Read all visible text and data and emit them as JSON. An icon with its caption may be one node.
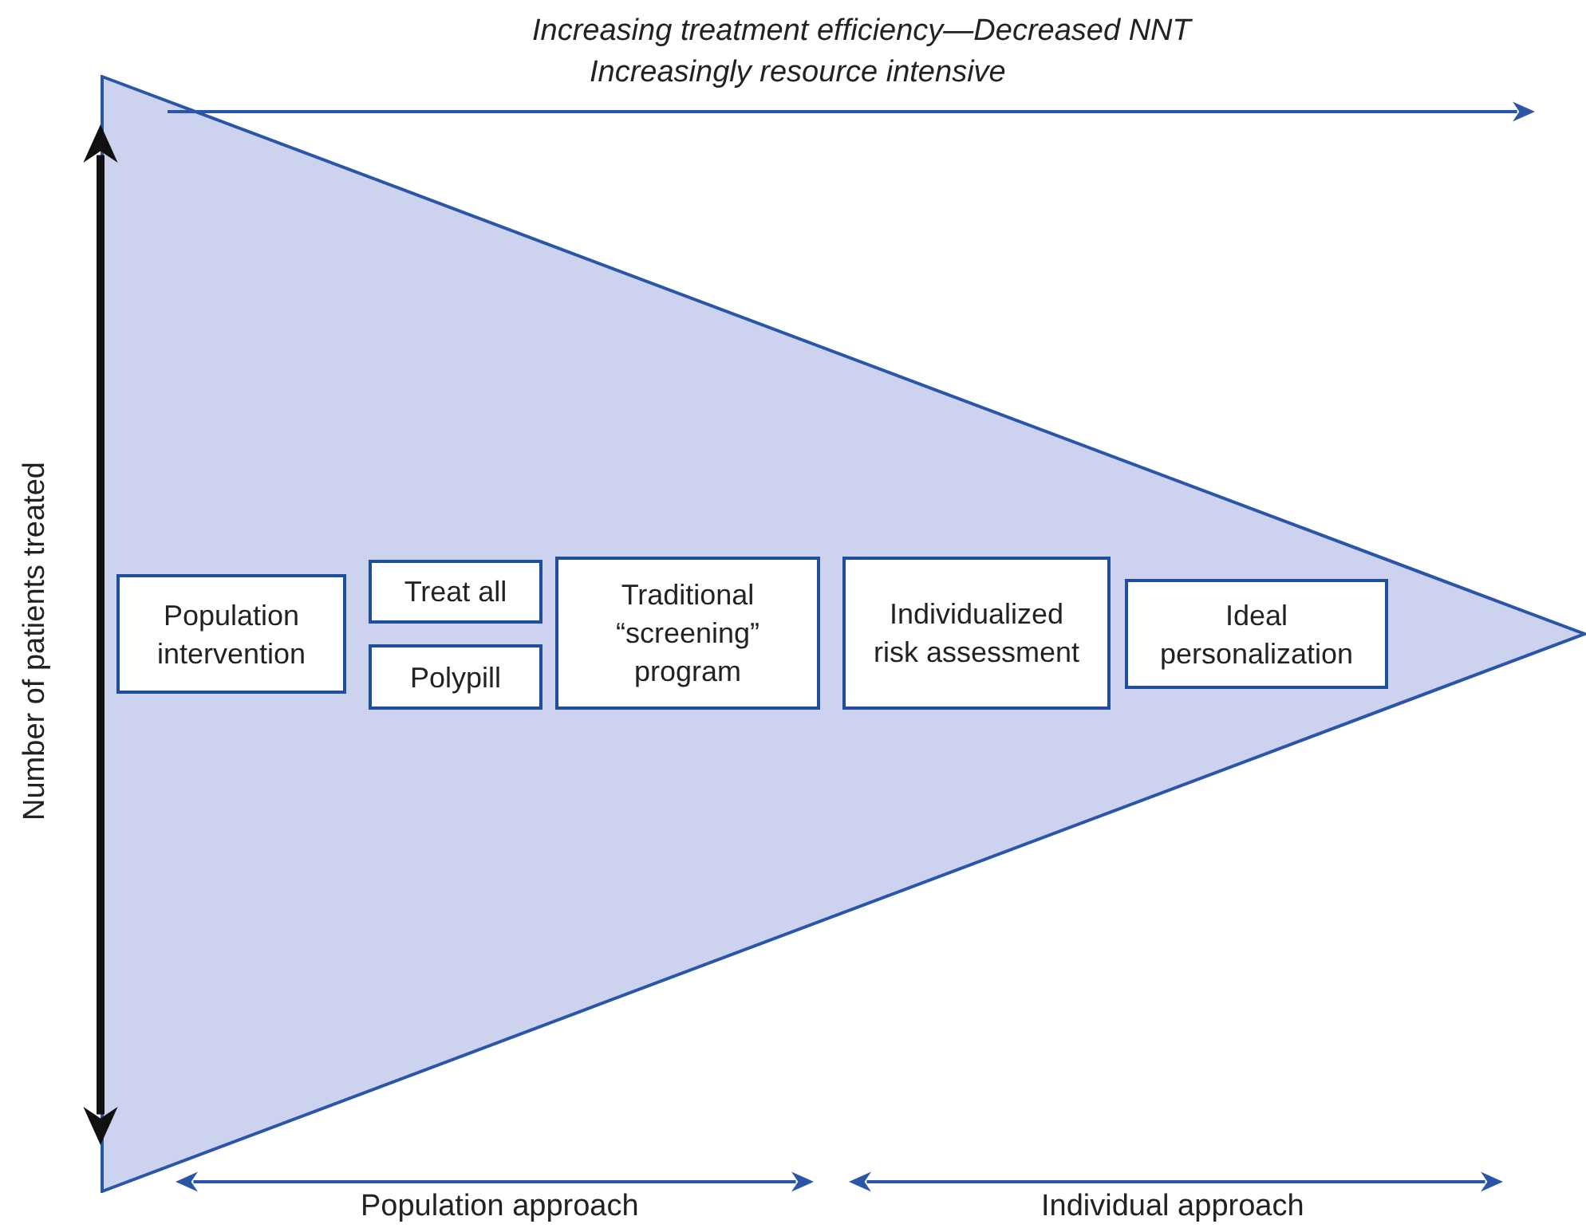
{
  "diagram": {
    "nodes": [
      {
        "text": [],
        "shape": "triangle"
      },
      {
        "text": [
          "Population intervention"
        ],
        "in": 0
      },
      {
        "text": [
          "Treat all"
        ],
        "in": 0
      },
      {
        "text": [
          "Polypill"
        ],
        "in": 0
      },
      {
        "text": [
          "Traditional “screening” program"
        ],
        "in": 0
      },
      {
        "text": [
          "Individualized risk assessment"
        ],
        "in": 0
      },
      {
        "text": [
          "Ideal personalization"
        ],
        "in": 0
      }
    ],
    "edges": [],
    "labels": [
      "Increasing treatment efficiency—Decreased NNT",
      "Increasingly resource intensive",
      "Number of patients treated",
      "Population approach",
      "Individual approach"
    ]
  }
}
